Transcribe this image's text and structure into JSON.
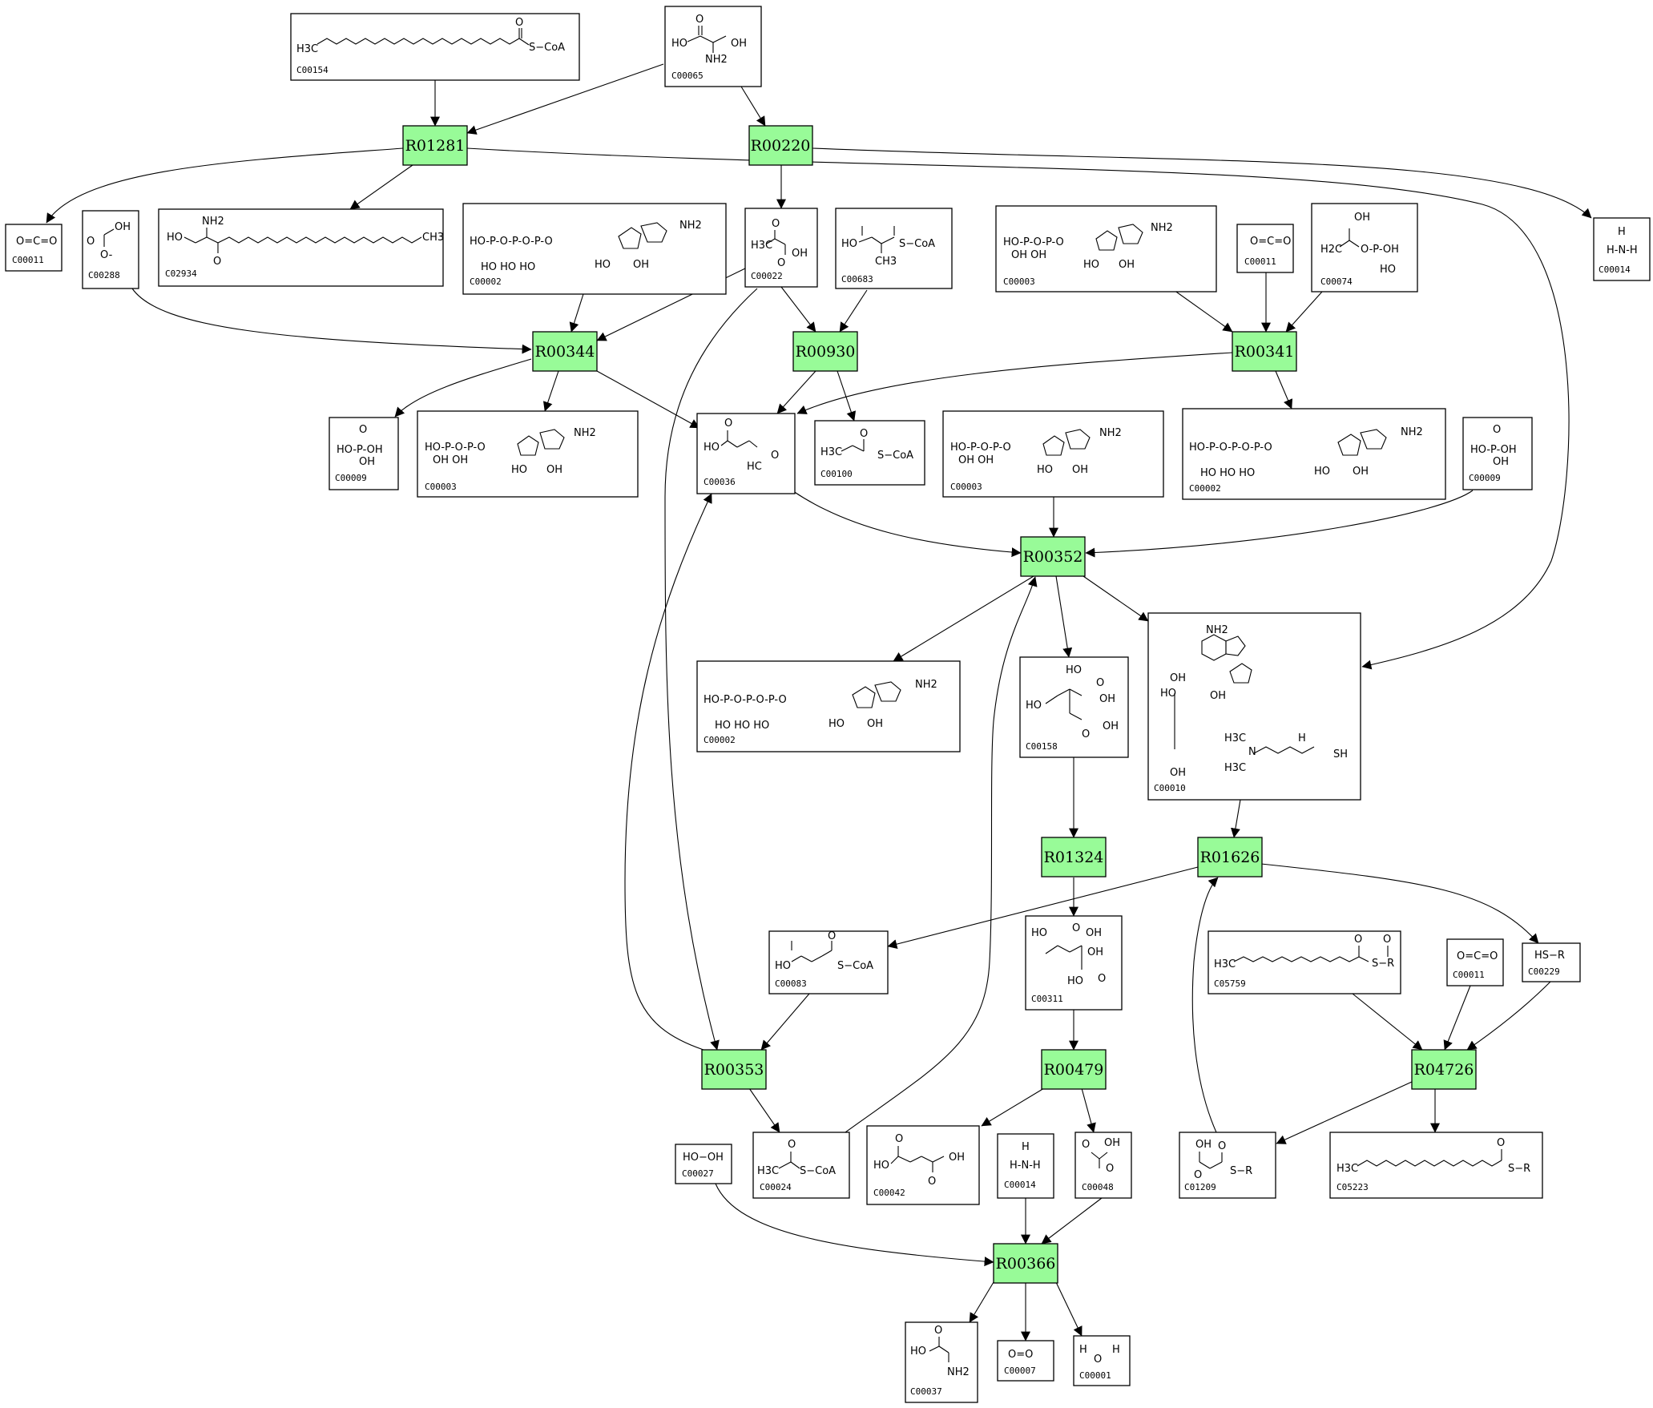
{
  "reactions": [
    {
      "id": "R01281"
    },
    {
      "id": "R00220"
    },
    {
      "id": "R00344"
    },
    {
      "id": "R00930"
    },
    {
      "id": "R00341"
    },
    {
      "id": "R00352"
    },
    {
      "id": "R01324"
    },
    {
      "id": "R01626"
    },
    {
      "id": "R00353"
    },
    {
      "id": "R00479"
    },
    {
      "id": "R04726"
    },
    {
      "id": "R00366"
    }
  ],
  "compounds": [
    {
      "id": "C00154",
      "structure": [
        "H3C",
        "S−CoA",
        "O"
      ]
    },
    {
      "id": "C00065",
      "structure": [
        "O",
        "HO",
        "OH",
        "NH2"
      ]
    },
    {
      "id": "C00011",
      "structure": [
        "O=C=O"
      ]
    },
    {
      "id": "C00288",
      "structure": [
        "OH",
        "O",
        "O-"
      ]
    },
    {
      "id": "C02934",
      "structure": [
        "NH2",
        "HO",
        "O",
        "CH3"
      ]
    },
    {
      "id": "C00002",
      "structure": [
        "HO-P-O-P-O-P-O",
        "HO  HO  HO",
        "NH2",
        "HO",
        "OH"
      ]
    },
    {
      "id": "C00022",
      "structure": [
        "O",
        "H3C",
        "OH",
        "O"
      ]
    },
    {
      "id": "C00683",
      "structure": [
        "HO",
        "S−CoA",
        "CH3"
      ]
    },
    {
      "id": "C00003",
      "structure": [
        "HO-P-O-P-O",
        "OH  OH",
        "NH2",
        "HO",
        "OH"
      ]
    },
    {
      "id": "C00011",
      "structure": [
        "O=C=O"
      ]
    },
    {
      "id": "C00074",
      "structure": [
        "OH",
        "H2C",
        "O-P-OH",
        "HO"
      ]
    },
    {
      "id": "C00014",
      "structure": [
        "H",
        "H-N-H"
      ]
    },
    {
      "id": "C00009",
      "structure": [
        "O",
        "HO-P-OH",
        "OH"
      ]
    },
    {
      "id": "C00003",
      "structure": [
        "HO-P-O-P-O",
        "OH  OH",
        "NH2",
        "HO",
        "OH"
      ]
    },
    {
      "id": "C00036",
      "structure": [
        "O",
        "HO",
        "HC",
        "O"
      ]
    },
    {
      "id": "C00100",
      "structure": [
        "H3C",
        "S−CoA",
        "O"
      ]
    },
    {
      "id": "C00003",
      "structure": [
        "HO-P-O-P-O",
        "OH  OH",
        "NH2",
        "HO",
        "OH"
      ]
    },
    {
      "id": "C00002",
      "structure": [
        "HO-P-O-P-O-P-O",
        "HO  HO  HO",
        "NH2",
        "HO",
        "OH"
      ]
    },
    {
      "id": "C00009",
      "structure": [
        "O",
        "HO-P-OH",
        "OH"
      ]
    },
    {
      "id": "C00002",
      "structure": [
        "HO-P-O-P-O-P-O",
        "HO  HO  HO",
        "NH2",
        "HO",
        "OH"
      ]
    },
    {
      "id": "C00158",
      "structure": [
        "HO",
        "O",
        "OH",
        "HO",
        "O",
        "OH"
      ]
    },
    {
      "id": "C00010",
      "structure": [
        "NH2",
        "OH",
        "HO",
        "OH",
        "H3C",
        "H3C",
        "H",
        "N",
        "SH",
        "OH"
      ]
    },
    {
      "id": "C00083",
      "structure": [
        "O",
        "HO",
        "S−CoA"
      ]
    },
    {
      "id": "C00311",
      "structure": [
        "HO",
        "O",
        "OH",
        "OH",
        "HO",
        "O"
      ]
    },
    {
      "id": "C05759",
      "structure": [
        "H3C",
        "O",
        "O",
        "S−R"
      ]
    },
    {
      "id": "C00011",
      "structure": [
        "O=C=O"
      ]
    },
    {
      "id": "C00229",
      "structure": [
        "HS−R"
      ]
    },
    {
      "id": "C00027",
      "structure": [
        "HO−OH"
      ]
    },
    {
      "id": "C00024",
      "structure": [
        "O",
        "H3C",
        "S−CoA"
      ]
    },
    {
      "id": "C00042",
      "structure": [
        "O",
        "HO",
        "OH",
        "O"
      ]
    },
    {
      "id": "C00014",
      "structure": [
        "H",
        "H-N-H"
      ]
    },
    {
      "id": "C00048",
      "structure": [
        "OH",
        "O",
        "O"
      ]
    },
    {
      "id": "C01209",
      "structure": [
        "OH",
        "O",
        "S−R",
        "O"
      ]
    },
    {
      "id": "C05223",
      "structure": [
        "H3C",
        "O",
        "S−R"
      ]
    },
    {
      "id": "C00037",
      "structure": [
        "HO",
        "O",
        "NH2"
      ]
    },
    {
      "id": "C00007",
      "structure": [
        "O=O"
      ]
    },
    {
      "id": "C00001",
      "structure": [
        "H",
        "O",
        "H"
      ]
    }
  ],
  "colors": {
    "reaction_fill": "#98fb98",
    "compound_fill": "#ffffff",
    "stroke": "#000000"
  }
}
